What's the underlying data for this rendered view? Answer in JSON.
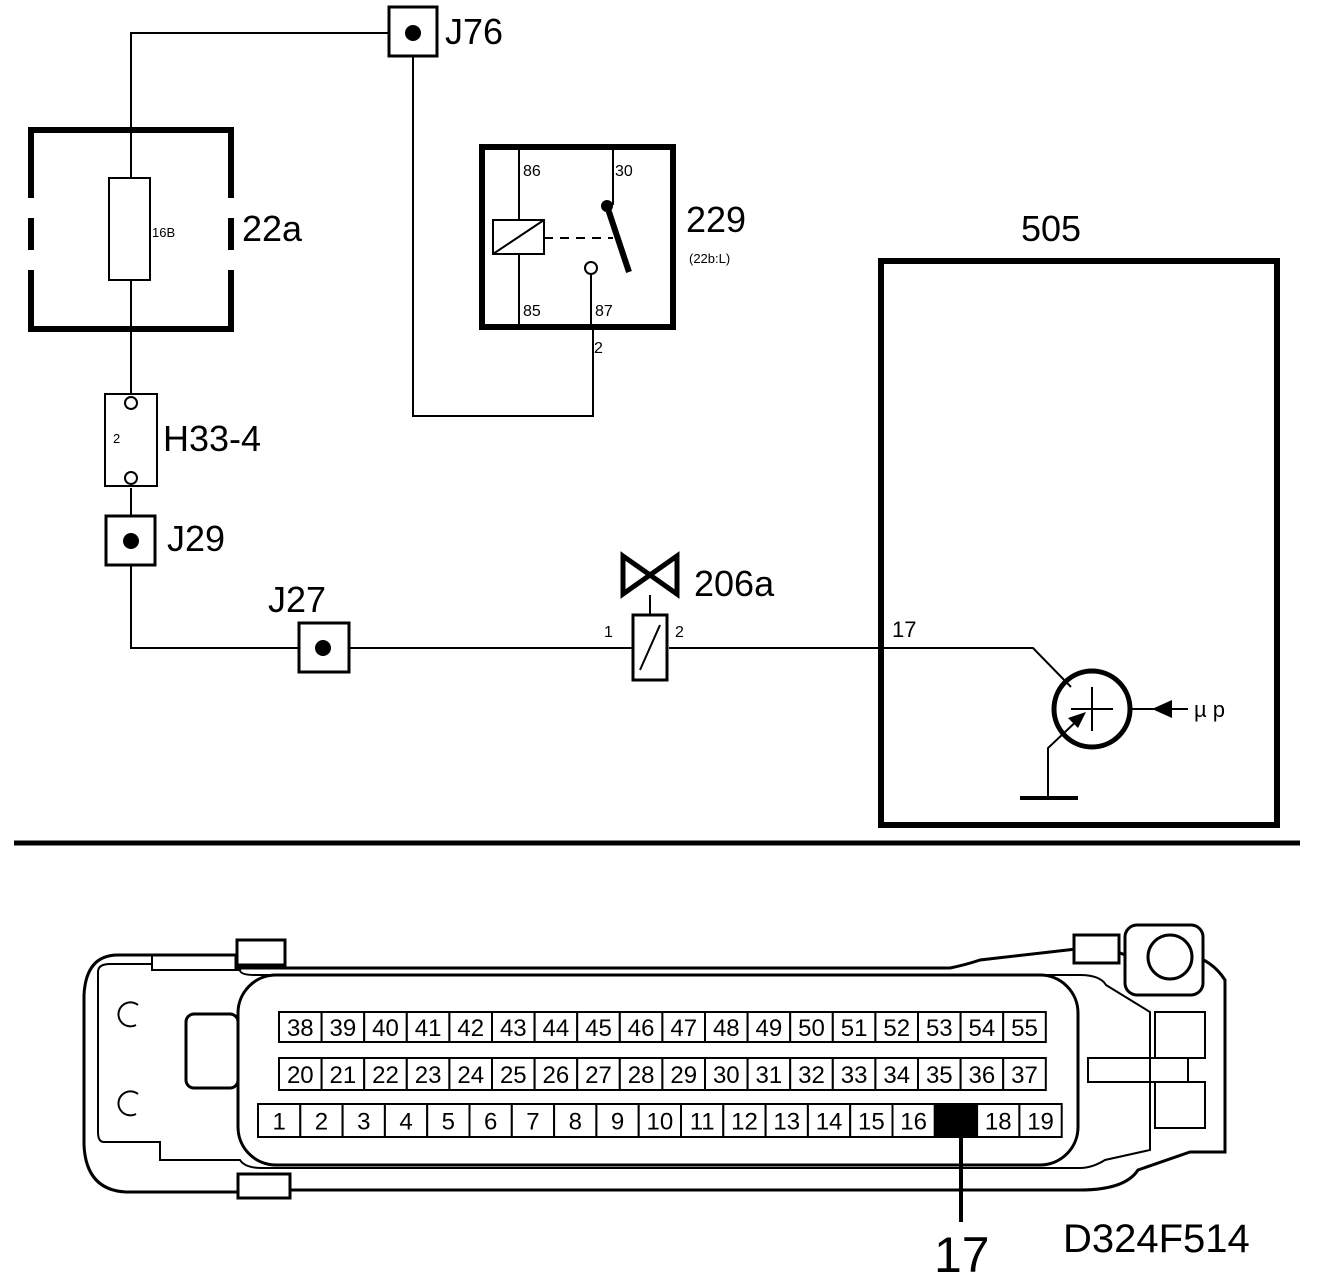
{
  "components": {
    "j76": "J76",
    "fuse_box": "22a",
    "fuse": "16B",
    "relay": "229",
    "relay_sub": "(22b:L)",
    "relay_pins": {
      "p86": "86",
      "p30": "30",
      "p85": "85",
      "p87": "87"
    },
    "relay_wire_pin": "2",
    "ecu": "505",
    "ecu_pin": "17",
    "sensor_label": "µ p",
    "h33": "H33-4",
    "h33_pin": "2",
    "j29": "J29",
    "j27": "J27",
    "valve": "206a",
    "valve_pin_1": "1",
    "valve_pin_2": "2"
  },
  "connector": {
    "row_top": [
      "38",
      "39",
      "40",
      "41",
      "42",
      "43",
      "44",
      "45",
      "46",
      "47",
      "48",
      "49",
      "50",
      "51",
      "52",
      "53",
      "54",
      "55"
    ],
    "row_mid": [
      "20",
      "21",
      "22",
      "23",
      "24",
      "25",
      "26",
      "27",
      "28",
      "29",
      "30",
      "31",
      "32",
      "33",
      "34",
      "35",
      "36",
      "37"
    ],
    "row_bot": [
      "1",
      "2",
      "3",
      "4",
      "5",
      "6",
      "7",
      "8",
      "9",
      "10",
      "11",
      "12",
      "13",
      "14",
      "15",
      "16",
      "17",
      "18",
      "19"
    ],
    "highlighted_pin": "17",
    "pointer_label": "17"
  },
  "drawing_code": "D324F514"
}
